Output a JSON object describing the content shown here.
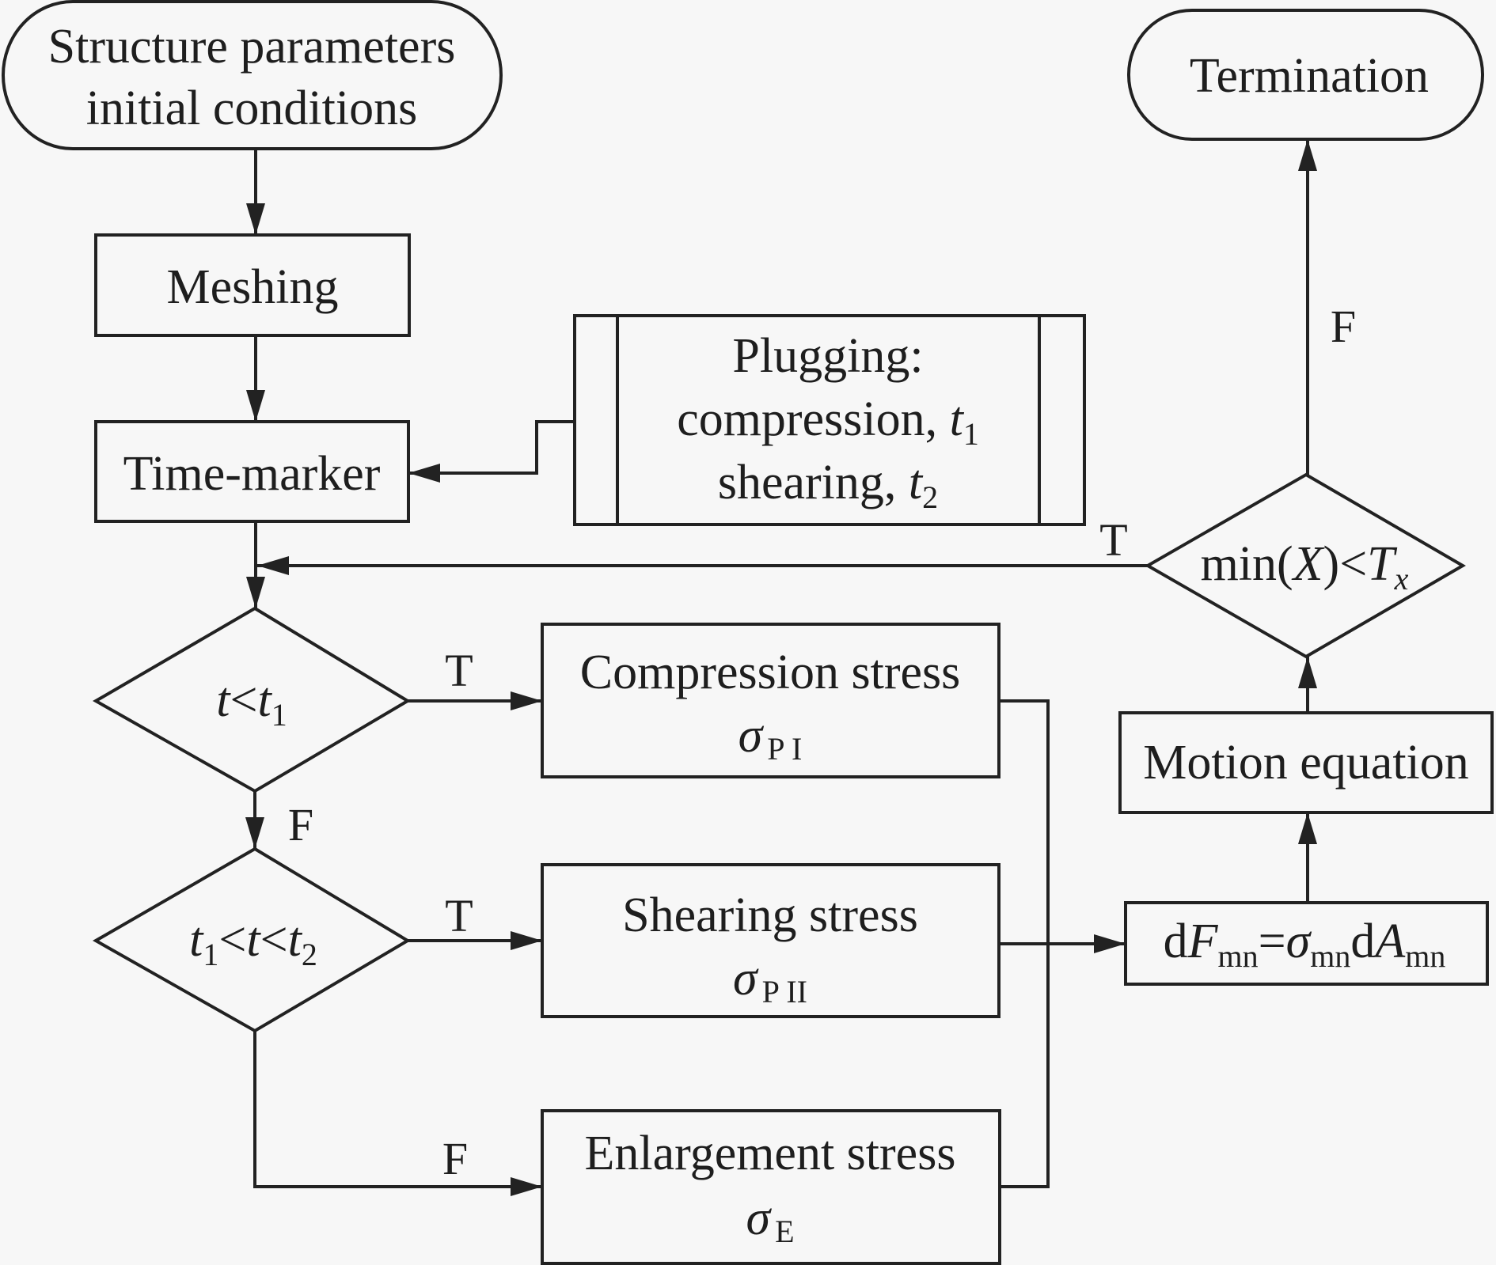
{
  "diagram": {
    "type": "flowchart",
    "colors": {
      "background": "#f7f7f7",
      "stroke": "#222222",
      "text": "#1e1e1e"
    },
    "nodes": {
      "start": {
        "shape": "terminator",
        "lines": [
          "Structure parameters",
          "initial conditions"
        ]
      },
      "meshing": {
        "shape": "process",
        "label": "Meshing"
      },
      "time_marker": {
        "shape": "process",
        "label": "Time-marker"
      },
      "plugging": {
        "shape": "predefined-process",
        "line1": "Plugging:",
        "line2_text": "compression, ",
        "line2_var": "t",
        "line2_sub": "1",
        "line3_text": "shearing, ",
        "line3_var": "t",
        "line3_sub": "2"
      },
      "decision1": {
        "shape": "decision",
        "var_a": "t",
        "op": "<",
        "var_b": "t",
        "sub_b": "1"
      },
      "decision2": {
        "shape": "decision",
        "var_a": "t",
        "sub_a": "1",
        "op1": "<",
        "var_b": "t",
        "op2": "<",
        "var_c": "t",
        "sub_c": "2"
      },
      "compression": {
        "shape": "process",
        "title": "Compression stress",
        "symbol": "σ",
        "sub": "P I"
      },
      "shearing": {
        "shape": "process",
        "title": "Shearing stress",
        "symbol": "σ",
        "sub": "P II"
      },
      "enlargement": {
        "shape": "process",
        "title": "Enlargement stress",
        "symbol": "σ",
        "sub": "E"
      },
      "force": {
        "shape": "process",
        "d1": "d",
        "F": "F",
        "sub1": "mn",
        "eq": "=",
        "sigma": "σ",
        "sub2": "mn",
        "d2": "d",
        "A": "A",
        "sub3": "mn"
      },
      "motion": {
        "shape": "process",
        "label": "Motion equation"
      },
      "decision3": {
        "shape": "decision",
        "pre": "min(",
        "X": "X",
        "post": ")<",
        "T": "T",
        "sub": "x"
      },
      "termination": {
        "shape": "terminator",
        "label": "Termination"
      }
    },
    "edge_labels": {
      "d1_true": "T",
      "d1_false": "F",
      "d2_true": "T",
      "d2_false": "F",
      "d3_true": "T",
      "d3_false": "F"
    },
    "edges": [
      {
        "from": "start",
        "to": "meshing"
      },
      {
        "from": "meshing",
        "to": "time_marker"
      },
      {
        "from": "plugging",
        "to": "time_marker"
      },
      {
        "from": "time_marker",
        "to": "decision1"
      },
      {
        "from": "decision1",
        "to": "compression",
        "label": "T"
      },
      {
        "from": "decision1",
        "to": "decision2",
        "label": "F"
      },
      {
        "from": "decision2",
        "to": "shearing",
        "label": "T"
      },
      {
        "from": "decision2",
        "to": "enlargement",
        "label": "F"
      },
      {
        "from": "compression",
        "to": "force"
      },
      {
        "from": "shearing",
        "to": "force"
      },
      {
        "from": "enlargement",
        "to": "force"
      },
      {
        "from": "force",
        "to": "motion"
      },
      {
        "from": "motion",
        "to": "decision3"
      },
      {
        "from": "decision3",
        "to": "decision1",
        "label": "T"
      },
      {
        "from": "decision3",
        "to": "termination",
        "label": "F"
      }
    ]
  }
}
